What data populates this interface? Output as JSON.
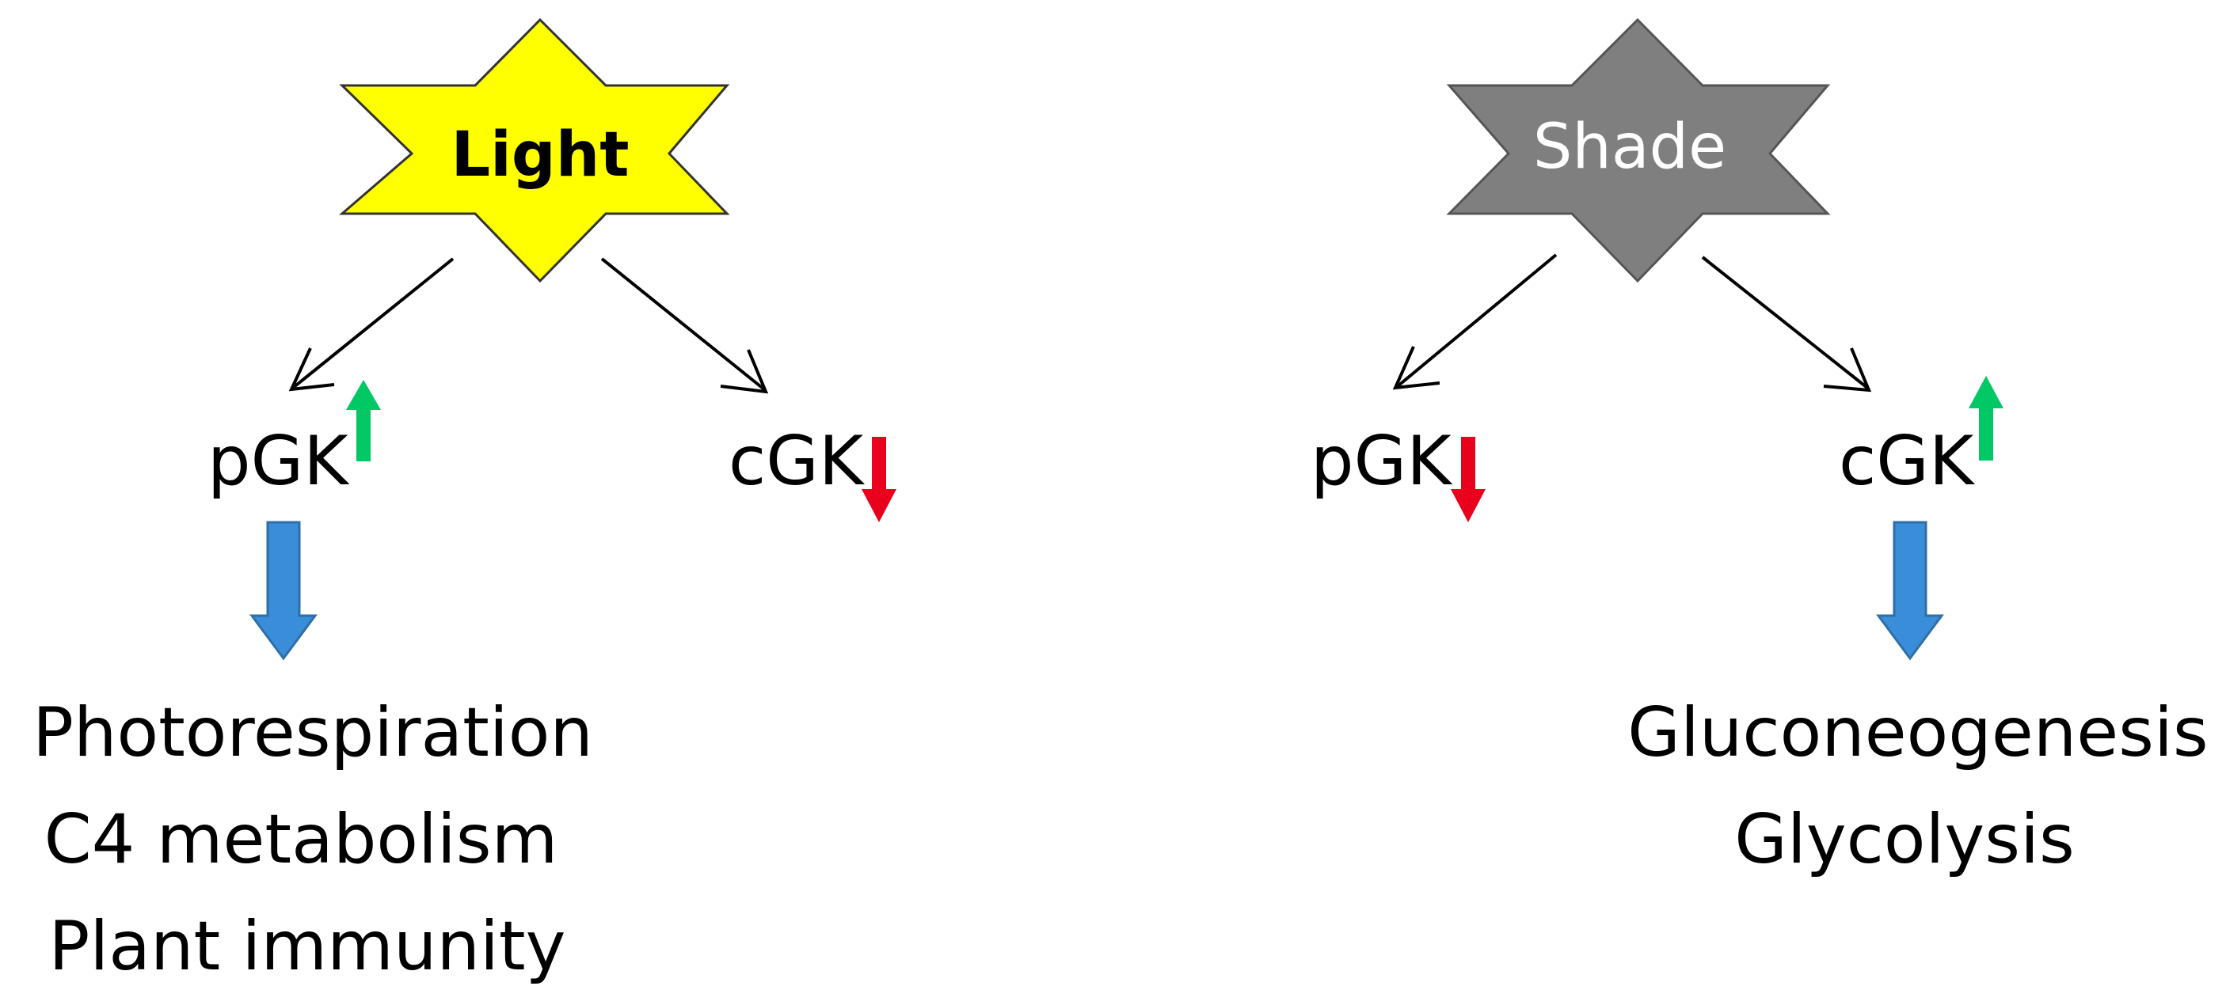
{
  "colors": {
    "light_star_fill": "#FFFF00",
    "shade_star_fill": "#7F7F7F",
    "up_arrow": "#00C864",
    "down_arrow": "#E8001C",
    "process_arrow": "#3A8DD8",
    "process_arrow_stroke": "#2E6FA8",
    "line": "#000000"
  },
  "left_panel": {
    "condition": "Light",
    "condition_icon": "star-icon",
    "branches": [
      {
        "label": "pGK",
        "change": "up"
      },
      {
        "label": "cGK",
        "change": "down"
      }
    ],
    "outcomes": [
      "Photorespiration",
      "C4 metabolism",
      "Plant immunity"
    ]
  },
  "right_panel": {
    "condition": "Shade",
    "condition_icon": "star-icon",
    "branches": [
      {
        "label": "pGK",
        "change": "down"
      },
      {
        "label": "cGK",
        "change": "up"
      }
    ],
    "outcomes": [
      "Gluconeogenesis",
      "Glycolysis"
    ]
  }
}
